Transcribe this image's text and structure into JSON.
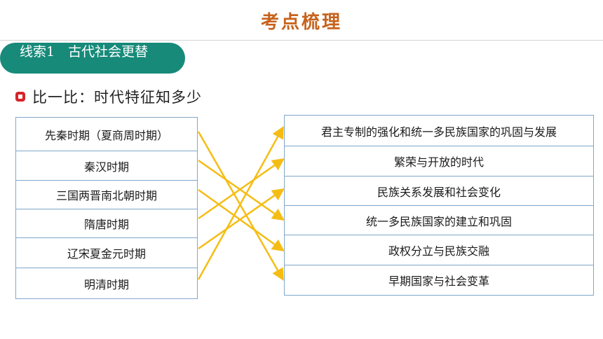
{
  "header": {
    "title": "考点梳理"
  },
  "topic_pill": {
    "label": "线索1　古代社会更替"
  },
  "subheading": {
    "text": "比一比：时代特征知多少"
  },
  "left_column": {
    "items": [
      "先秦时期（夏商周时期）",
      "秦汉时期",
      "三国两晋南北朝时期",
      "隋唐时期",
      "辽宋夏金元时期",
      "明清时期"
    ]
  },
  "right_column": {
    "items": [
      "君主专制的强化和统一多民族国家的巩固与发展",
      "繁荣与开放的时代",
      "民族关系发展和社会变化",
      "统一多民族国家的建立和巩固",
      "政权分立与民族交融",
      "早期国家与社会变革"
    ]
  },
  "matches": [
    {
      "from": 0,
      "to": 5
    },
    {
      "from": 1,
      "to": 3
    },
    {
      "from": 2,
      "to": 4
    },
    {
      "from": 3,
      "to": 1
    },
    {
      "from": 4,
      "to": 2
    },
    {
      "from": 5,
      "to": 0
    }
  ],
  "colors": {
    "title": "#c7621b",
    "pill": "#178a7a",
    "bullet": "#d6252b",
    "border": "#7fa7c9",
    "arrow": "#f5bd14"
  }
}
